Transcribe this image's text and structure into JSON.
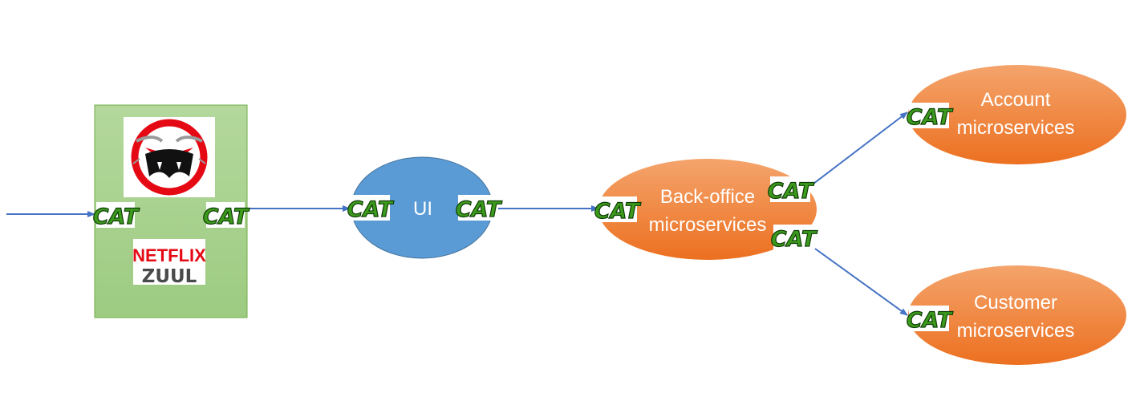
{
  "colors": {
    "arrow": "#4472c4",
    "gateway_fill": "#a9d18e",
    "gateway_stroke": "#70ad47",
    "ui_fill": "#5b9bd5",
    "ui_stroke": "#41719c",
    "service_fill": "#ed7d31",
    "service_fill_light": "#f4a46c",
    "cat_fill": "#3c9a1c",
    "cat_outline": "#0d3b06",
    "netflix_red": "#e50914",
    "zuul_gray": "#4a4a4a"
  },
  "gateway": {
    "logo_icon": "zuul-monster-icon",
    "netflix_text": "NETFLIX",
    "zuul_text": "ZUUL",
    "cat_in": "CAT",
    "cat_out": "CAT"
  },
  "ui_node": {
    "label": "UI",
    "cat_in": "CAT",
    "cat_out": "CAT"
  },
  "backoffice": {
    "label_line1": "Back-office",
    "label_line2": "microservices",
    "cat_in": "CAT",
    "cat_out_top": "CAT",
    "cat_out_bottom": "CAT"
  },
  "account": {
    "label_line1": "Account",
    "label_line2": "microservices",
    "cat_in": "CAT"
  },
  "customer": {
    "label_line1": "Customer",
    "label_line2": "microservices",
    "cat_in": "CAT"
  }
}
